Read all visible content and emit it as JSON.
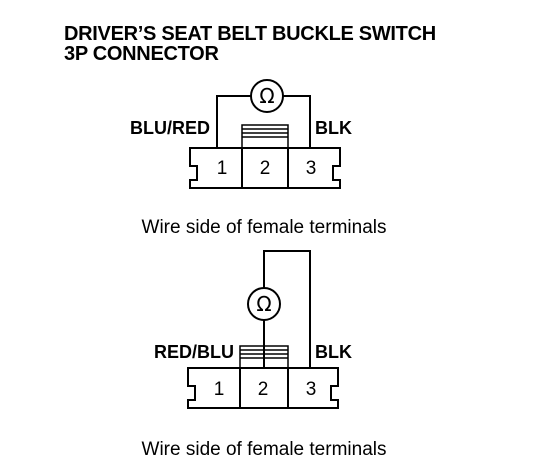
{
  "title": {
    "line1": "DRIVER’S SEAT BELT BUCKLE SWITCH",
    "line2": "3P CONNECTOR"
  },
  "diagrams": [
    {
      "left_wire_label": "BLU/RED",
      "right_wire_label": "BLK",
      "meter_symbol": "Ω",
      "terminals": [
        "1",
        "2",
        "3"
      ],
      "caption": "Wire side of female terminals"
    },
    {
      "left_wire_label": "RED/BLU",
      "right_wire_label": "BLK",
      "meter_symbol": "Ω",
      "terminals": [
        "1",
        "2",
        "3"
      ],
      "caption": "Wire side of female terminals"
    }
  ],
  "colors": {
    "ink": "#000000",
    "background": "#ffffff"
  }
}
